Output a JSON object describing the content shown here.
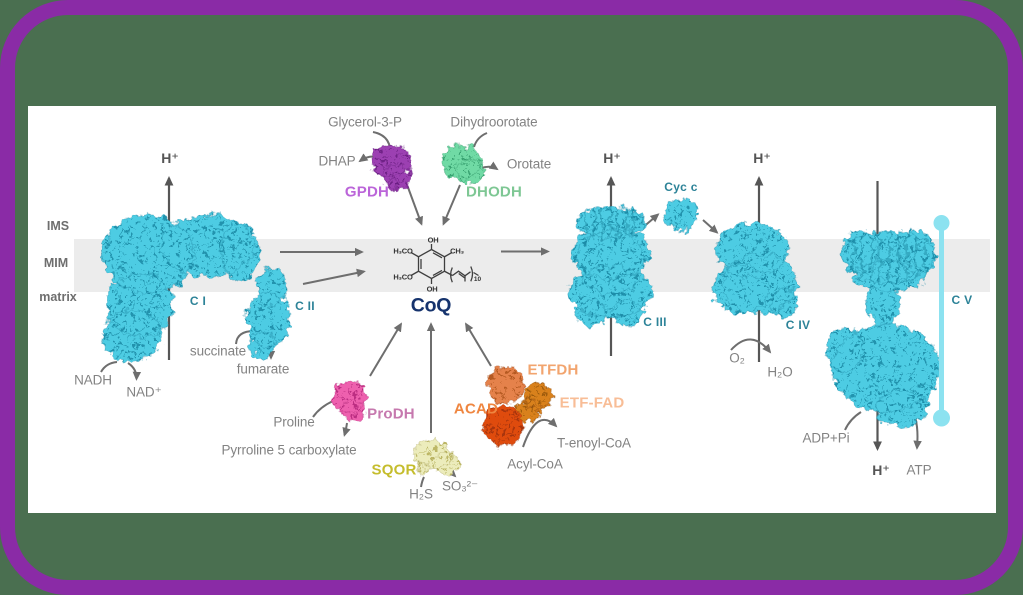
{
  "figure": {
    "colors": {
      "frame_purple": "#8a2ba6",
      "background_green": "#4a6f50",
      "panel_white": "#ffffff",
      "membrane_gray": "#ececec",
      "complex_cyan": "#4dcce3",
      "complex_cyan_dark": "#2093ae",
      "rod_cyan": "#8ce2f0",
      "arrow_gray": "#6e6e6e",
      "metabolite_gray": "#838383",
      "complex_label_teal": "#2d8398",
      "coq_navy": "#16336d",
      "gpdh_purple": "#9c40b2",
      "dhodh_green": "#6fdaa5",
      "prodh_pink": "#ee60ae",
      "sqor_yellow": "#ececbc",
      "acad_orange": "#e5824c",
      "acad_orange_dark": "#d9811f",
      "acad_red_orange": "#df4b10"
    }
  },
  "membrane": {
    "ims": "IMS",
    "mim": "MIM",
    "matrix": "matrix"
  },
  "c1": {
    "label": "C I",
    "h_plus": "H⁺",
    "substrate": "NADH",
    "product": "NAD⁺"
  },
  "c2": {
    "label": "C II",
    "substrate": "succinate",
    "product": "fumarate"
  },
  "c3": {
    "label": "C III",
    "h_plus": "H⁺"
  },
  "c4": {
    "label": "C IV",
    "h_plus": "H⁺",
    "o2": "O₂",
    "h2o": "H₂O"
  },
  "c5": {
    "label": "C V",
    "h_plus": "H⁺",
    "adp": "ADP+Pi",
    "atp": "ATP"
  },
  "cycc": {
    "label": "Cyc c"
  },
  "gpdh": {
    "label": "GPDH",
    "label_color": "#bb65d9",
    "substrate": "Glycerol-3-P",
    "product": "DHAP"
  },
  "dhodh": {
    "label": "DHODH",
    "label_color": "#7ec794",
    "substrate": "Dihydroorotate",
    "product": "Orotate"
  },
  "prodh": {
    "label": "ProDH",
    "label_color": "#c678ae",
    "substrate": "Proline",
    "product": "Pyrroline 5 carboxylate"
  },
  "sqor": {
    "label": "SQOR",
    "label_color": "#c5bd2d",
    "substrate": "H₂S",
    "product": "SO₃²⁻"
  },
  "acad": {
    "label": "ACAD",
    "label_color": "#ef8640",
    "etfdh": "ETFDH",
    "etfdh_color": "#f2a46e",
    "etf_fad": "ETF-FAD",
    "etf_fad_color": "#f8bd96",
    "substrate": "Acyl-CoA",
    "product": "T-enoyl-CoA"
  },
  "coq": {
    "label": "CoQ",
    "oh_top": "OH",
    "oh_bottom": "OH",
    "h3co_upper": "H₃CO",
    "h3co_lower": "H₃CO",
    "ch3": "CH₃",
    "repeat": "10"
  }
}
